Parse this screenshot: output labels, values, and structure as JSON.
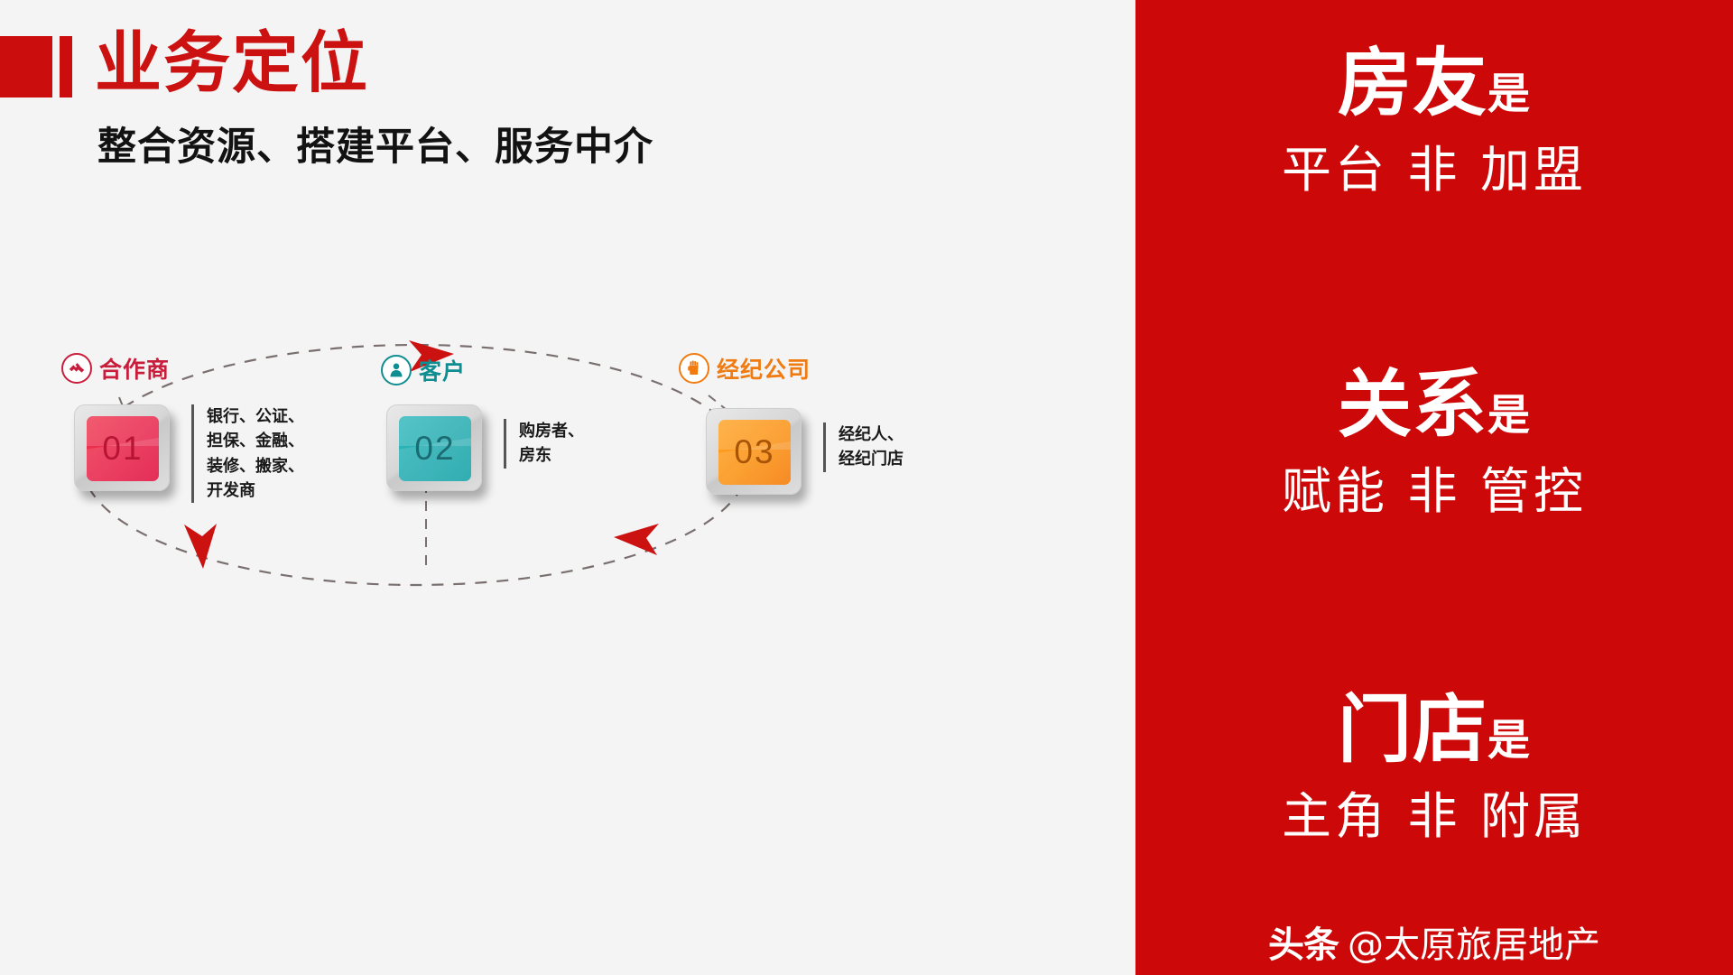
{
  "slide": {
    "title": "业务定位",
    "subtitle": "整合资源、搭建平台、服务中介",
    "background_color": "#f4f4f4",
    "accent_color": "#cc0d0d"
  },
  "diagram": {
    "type": "cycle",
    "nodes": [
      {
        "id": "01",
        "number": "01",
        "label": "合作商",
        "icon": "handshake-icon",
        "color": "#c81e3c",
        "card_color": "#e8234a",
        "desc": "银行、公证、\n担保、金融、\n装修、搬家、\n开发商",
        "desc_lines": [
          "银行、公证、",
          "担保、金融、",
          "装修、搬家、",
          "开发商"
        ]
      },
      {
        "id": "02",
        "number": "02",
        "label": "客户",
        "icon": "person-icon",
        "color": "#0f8e92",
        "card_color": "#23abb0",
        "desc": "购房者、\n房东",
        "desc_lines": [
          "购房者、",
          "房东"
        ]
      },
      {
        "id": "03",
        "number": "03",
        "label": "经纪公司",
        "icon": "fist-icon",
        "color": "#f07b10",
        "card_color": "#fb9113",
        "desc": "经纪人、\n经纪门店",
        "desc_lines": [
          "经纪人、",
          "经纪门店"
        ]
      }
    ],
    "arrow_color": "#cc1111",
    "path_style": "dashed-ellipse"
  },
  "right_panel": {
    "background_color": "#cc0808",
    "statements": [
      {
        "subject": "房友",
        "connector": "是",
        "positive": "平台",
        "negation": "非",
        "negative": "加盟",
        "body": "平台 非 加盟"
      },
      {
        "subject": "关系",
        "connector": "是",
        "positive": "赋能",
        "negation": "非",
        "negative": "管控",
        "body": "赋能 非 管控"
      },
      {
        "subject": "门店",
        "connector": "是",
        "positive": "主角",
        "negation": "非",
        "negative": "附属",
        "body": "主角 非 附属"
      }
    ]
  },
  "watermark": {
    "brand": "头条",
    "handle": "@太原旅居地产"
  }
}
